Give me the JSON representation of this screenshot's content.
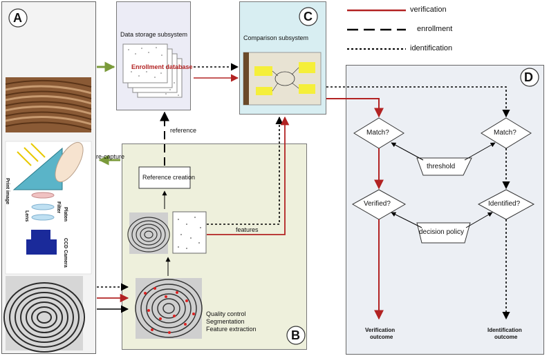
{
  "legend": {
    "verification": "verification",
    "enrollment": "enrollment",
    "identification": "identification"
  },
  "panel_letters": {
    "a": "A",
    "b": "B",
    "c": "C",
    "d": "D"
  },
  "sensor_labels": [
    "Platen",
    "Filter",
    "Print image",
    "Lens",
    "CCD Camera"
  ],
  "data_storage": {
    "title": "Data storage subsystem",
    "database_label": "Enrollment database"
  },
  "comparison": {
    "title": "Comparison subsystem"
  },
  "enrollment_path": {
    "reference_label": "reference",
    "recapture_label": "re-capture",
    "reference_creation": "Reference creation",
    "features_label": "features"
  },
  "processing_steps": [
    "Quality control",
    "Segmentation",
    "Feature extraction"
  ],
  "decision": {
    "match_left": "Match?",
    "match_right": "Match?",
    "threshold": "threshold",
    "verified": "Verified?",
    "identified": "Identified?",
    "decision_policy": "decision policy",
    "verification_outcome_line1": "Verification",
    "verification_outcome_line2": "outcome",
    "identification_outcome_line1": "Identification",
    "identification_outcome_line2": "outcome"
  },
  "colors": {
    "verification": "#b22222",
    "enrollment": "#000000",
    "identification": "#000000",
    "recapture_arrow": "#7a9a3a",
    "panel_a_bg": "#f3f3f3",
    "panel_b_bg": "#eef0dc",
    "panel_c_bg": "#d8eef2",
    "panel_d_bg": "#eceff4",
    "storage_bg": "#ececf6"
  }
}
